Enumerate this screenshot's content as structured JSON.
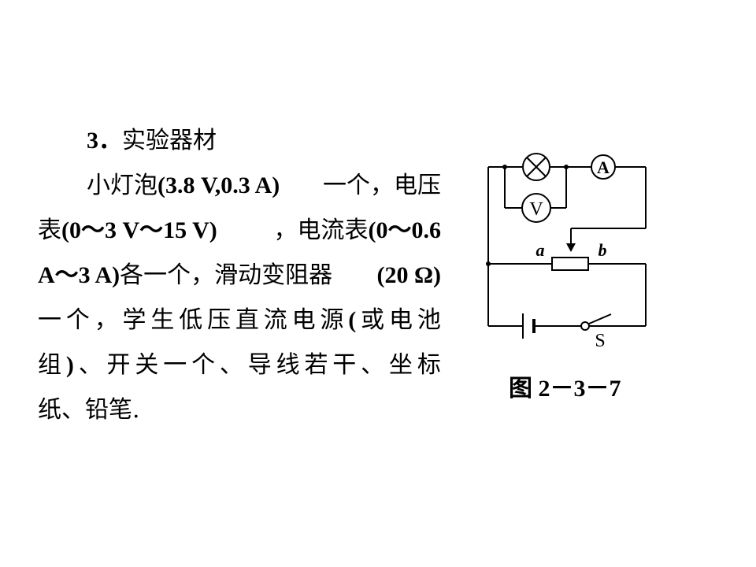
{
  "section": {
    "number": "3．",
    "title": "实验器材"
  },
  "paragraph": {
    "line1": [
      "小灯泡",
      "(3.8  V,0.3  A)",
      "一个，电压"
    ],
    "line2": [
      "表",
      "(0～3  V～15  V)",
      "，电流表",
      "(0～0.6"
    ],
    "line3": [
      "A～3  A)",
      "各一个，滑动变阻器",
      "(20  Ω)"
    ],
    "line4": "一个，学生低压直流电源(或电池",
    "line5": "组)、开关一个、导线若干、坐标",
    "line6": "纸、铅笔."
  },
  "circuit": {
    "lamp_icon": "lamp-icon",
    "ammeter_label": "A",
    "voltmeter_label": "V",
    "rheostat_end_a": "a",
    "rheostat_end_b": "b",
    "switch_label": "S"
  },
  "figure_caption": "图 2－3－7"
}
